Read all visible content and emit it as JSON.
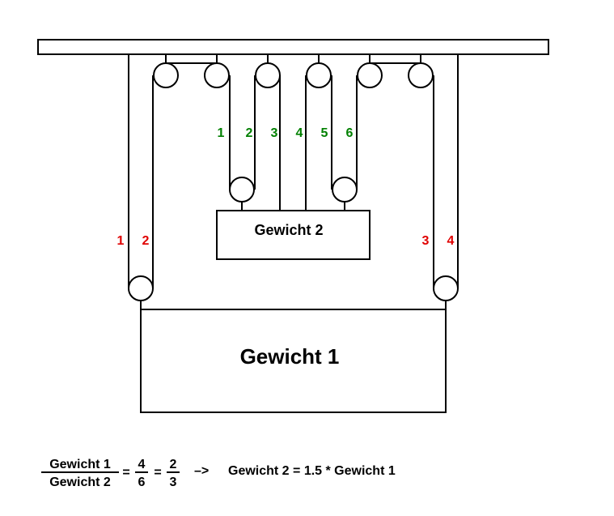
{
  "weights": {
    "weight1": "Gewicht 1",
    "weight2": "Gewicht 2"
  },
  "rope_labels": {
    "outer_left": [
      "1",
      "2"
    ],
    "outer_right": [
      "3",
      "4"
    ],
    "inner": [
      "1",
      "2",
      "3",
      "4",
      "5",
      "6"
    ]
  },
  "formula": {
    "numerator": "Gewicht 1",
    "denominator": "Gewicht 2",
    "eq1": "=",
    "frac1_num": "4",
    "frac1_den": "6",
    "eq2": "=",
    "frac2_num": "2",
    "frac2_den": "3",
    "arrow": "–>",
    "result": "Gewicht 2 = 1.5 * Gewicht 1"
  },
  "colors": {
    "outer_labels": "#e00000",
    "inner_labels": "#008000",
    "lines": "#000000"
  }
}
